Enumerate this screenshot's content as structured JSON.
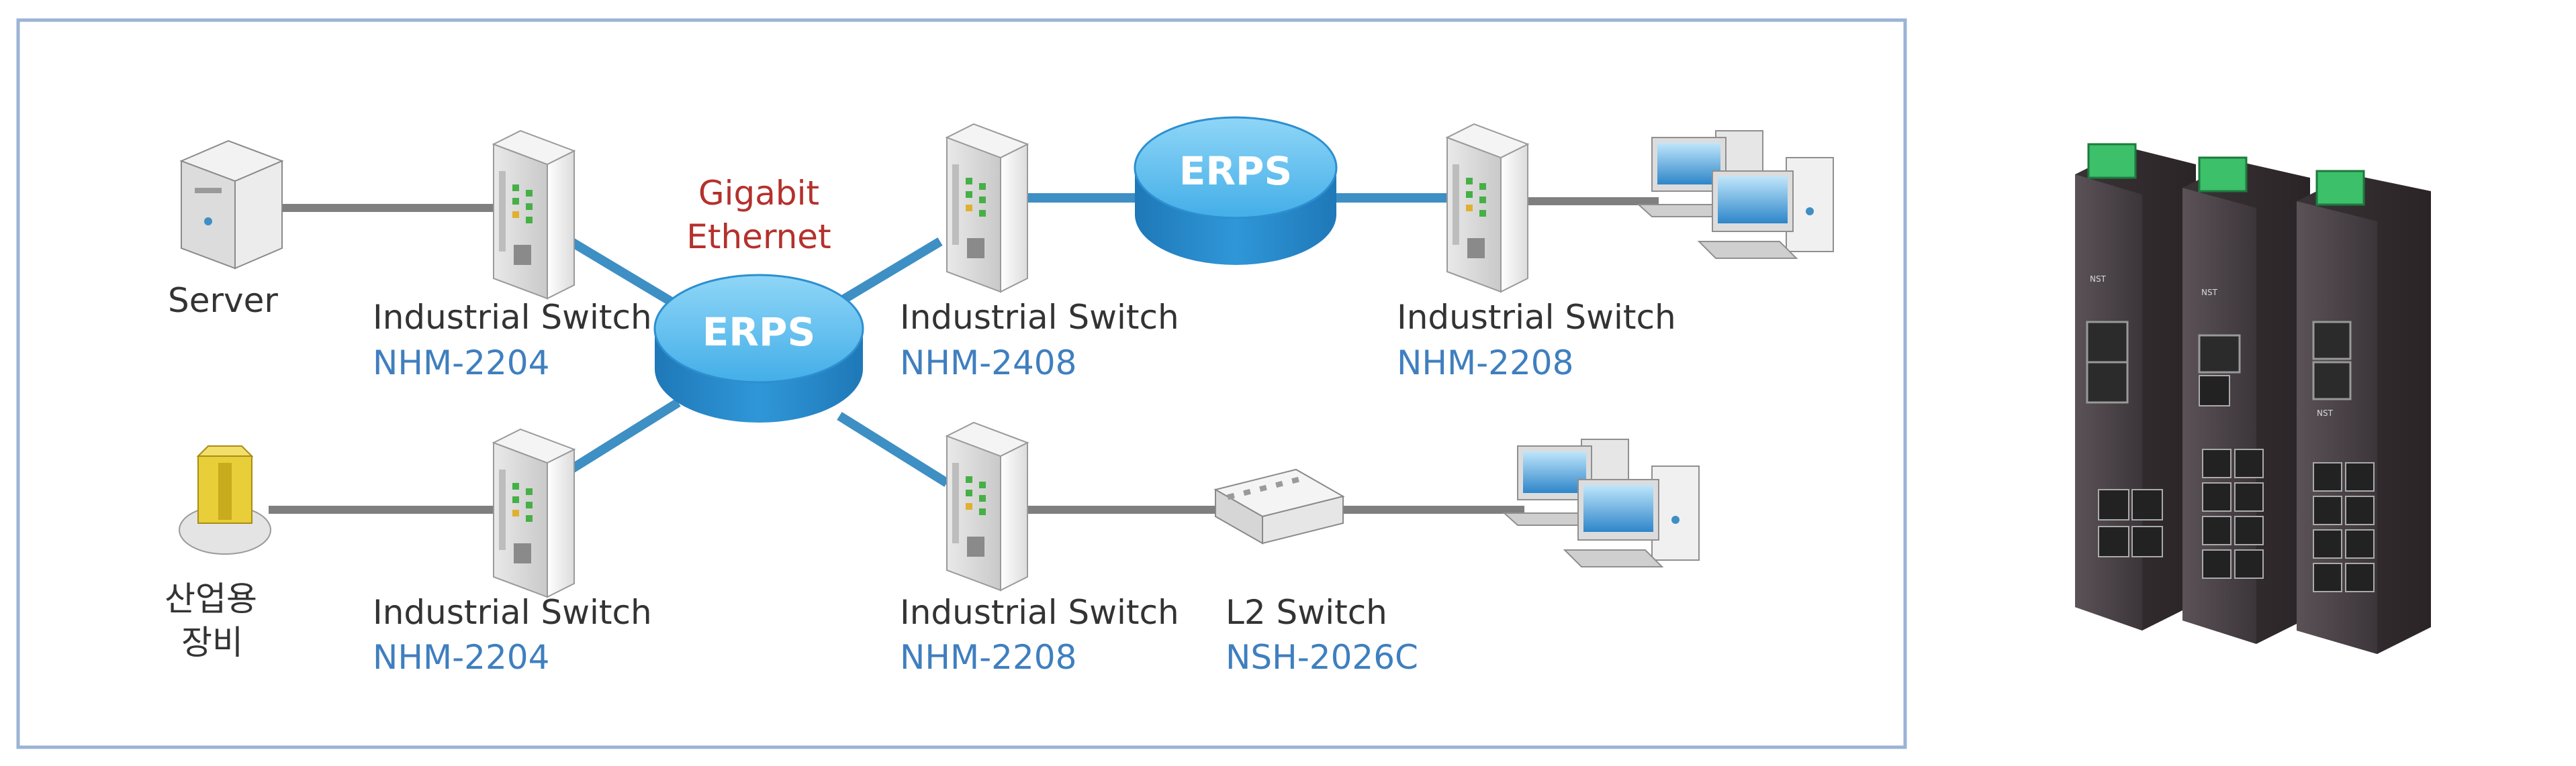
{
  "nodes": {
    "server": {
      "label": "Server"
    },
    "equipment": {
      "label_line1": "산업용",
      "label_line2": "장비"
    },
    "switch_top_left": {
      "label": "Industrial Switch",
      "model": "NHM-2204"
    },
    "switch_bottom_left": {
      "label": "Industrial Switch",
      "model": "NHM-2204"
    },
    "switch_top_mid": {
      "label": "Industrial Switch",
      "model": "NHM-2408"
    },
    "switch_bottom_mid": {
      "label": "Industrial Switch",
      "model": "NHM-2208"
    },
    "switch_top_right": {
      "label": "Industrial Switch",
      "model": "NHM-2208"
    },
    "l2_switch": {
      "label": "L2 Switch",
      "model": "NSH-2026C"
    }
  },
  "rings": {
    "main": {
      "label": "ERPS"
    },
    "secondary": {
      "label": "ERPS"
    }
  },
  "link_label": {
    "line1": "Gigabit",
    "line2": "Ethernet"
  },
  "product_photo": {
    "brand": "NST",
    "units": 3
  },
  "colors": {
    "frame": "#9bb3d6",
    "gigabit_link": "#3e8fc4",
    "plain_link": "#7f7f7f",
    "ring_top": "#6cc3f0",
    "ring_side": "#2d8fd0",
    "model_text": "#3f7fbf",
    "gigabit_text": "#b4312c"
  }
}
